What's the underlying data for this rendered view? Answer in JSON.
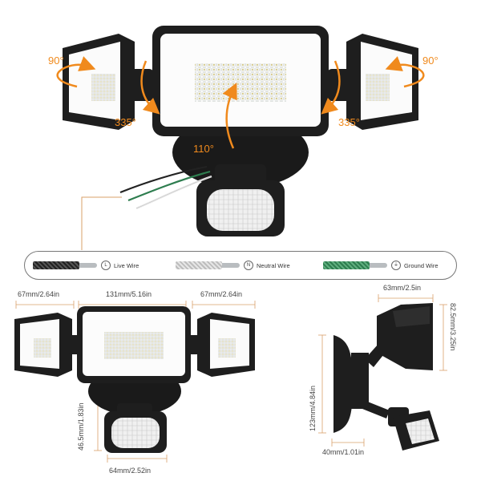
{
  "rotation": {
    "left_panel": "90°",
    "right_panel": "90°",
    "left_arm": "335°",
    "right_arm": "335°",
    "center_panel": "110°"
  },
  "wires": [
    {
      "label": "Live Wire",
      "symbol": "L",
      "color": "#2a2a2a"
    },
    {
      "label": "Neutral Wire",
      "symbol": "N",
      "color": "#d9d9d9"
    },
    {
      "label": "Ground Wire",
      "symbol": "⏚",
      "color": "#2e7d4f"
    }
  ],
  "dimensions": {
    "side_panel_left_width": "67mm/2.64in",
    "center_panel_width": "131mm/5.16in",
    "side_panel_right_width": "67mm/2.64in",
    "sensor_height": "46.5mm/1.83in",
    "sensor_width": "64mm/2.52in",
    "depth_top": "63mm/2.5in",
    "panel_height": "82.5mm/3.25in",
    "mount_height": "123mm/4.84in",
    "mount_depth": "40mm/1.01in"
  },
  "colors": {
    "accent": "#f08a1d",
    "dimension": "#d9a06a",
    "body": "#1e1e1e"
  }
}
